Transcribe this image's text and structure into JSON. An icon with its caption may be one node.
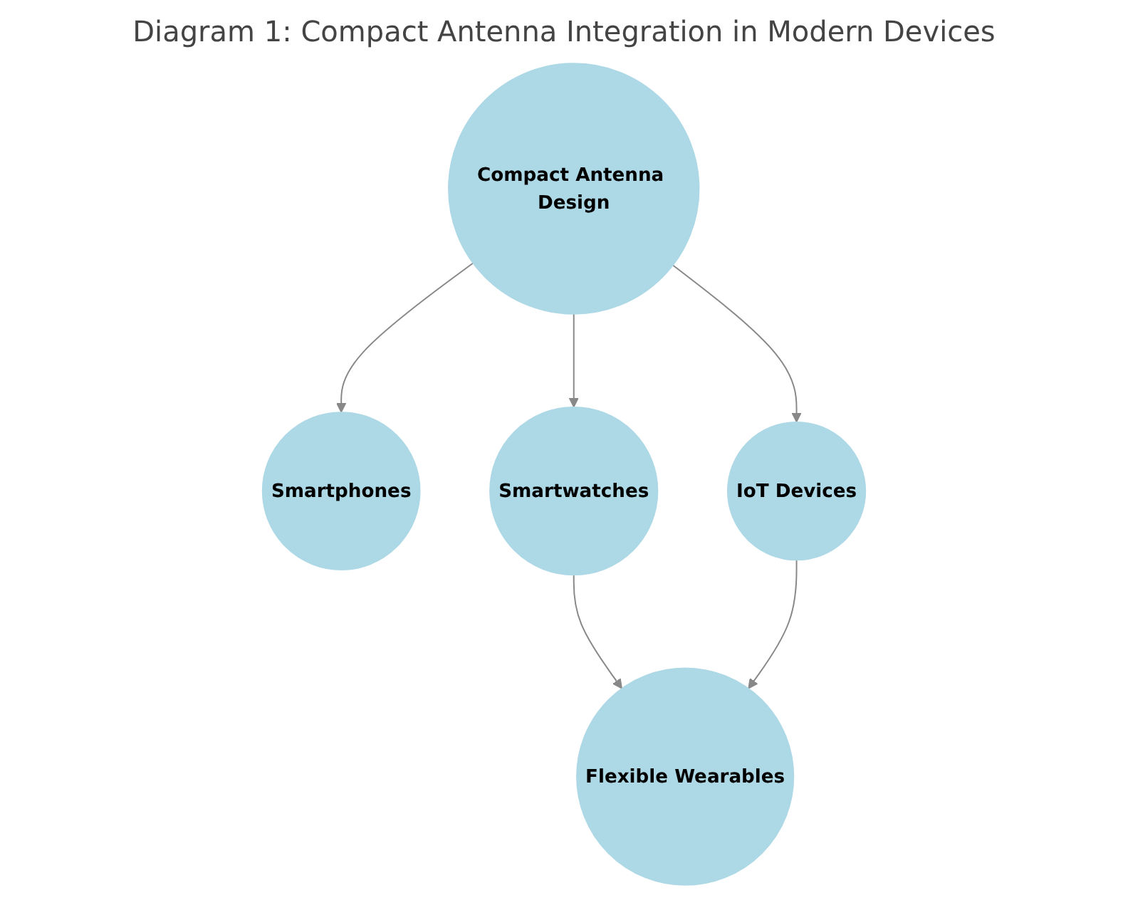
{
  "diagram": {
    "title": "Diagram 1: Compact Antenna Integration in Modern Devices",
    "nodes": [
      {
        "text": [
          "Compact Antenna Design"
        ]
      },
      {
        "text": [
          "Smartphones"
        ]
      },
      {
        "text": [
          "Smartwatches"
        ]
      },
      {
        "text": [
          "IoT Devices"
        ]
      },
      {
        "text": [
          "Flexible Wearables"
        ]
      }
    ],
    "edges": [
      {
        "from": 0,
        "to": 1,
        "arrow": "to"
      },
      {
        "from": 0,
        "to": 2,
        "arrow": "to"
      },
      {
        "from": 0,
        "to": 3,
        "arrow": "to"
      },
      {
        "from": 2,
        "to": 4,
        "arrow": "to"
      },
      {
        "from": 3,
        "to": 4,
        "arrow": "to"
      }
    ]
  }
}
